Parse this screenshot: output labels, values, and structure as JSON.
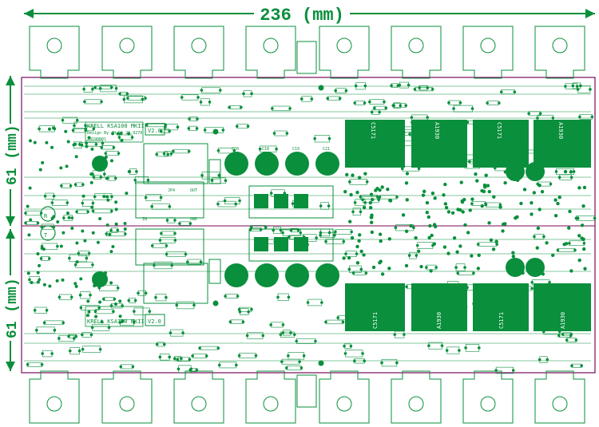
{
  "dimensions": {
    "width_label": "236 (mm)",
    "height_label_upper": "61 (mm)",
    "height_label_lower": "61 (mm)"
  },
  "board": {
    "title_upper": "KRELL KSA100 MKII",
    "title_lower": "KRELL KSA100 MKII",
    "version_upper": "V2.0",
    "version_lower": "V2.0",
    "design_note": "Design By JH DA 20-9270",
    "date_note": "20190801",
    "marker_r": "R",
    "marker_t": "T"
  },
  "transistor_labels": {
    "upper": [
      "C5171",
      "A1930",
      "C5171",
      "A1930"
    ],
    "lower": [
      "C5171",
      "A1930",
      "C5171",
      "A1930"
    ]
  },
  "capacitor_labels": [
    "C20",
    "C18",
    "C19",
    "C21"
  ],
  "connector_labels": {
    "jp4": "JP4",
    "out": "OUT",
    "gnd": "GND",
    "in": "IN"
  },
  "colors": {
    "copper": "#0a8f3c",
    "outline": "#7a0a5a",
    "background": "#ffffff"
  }
}
